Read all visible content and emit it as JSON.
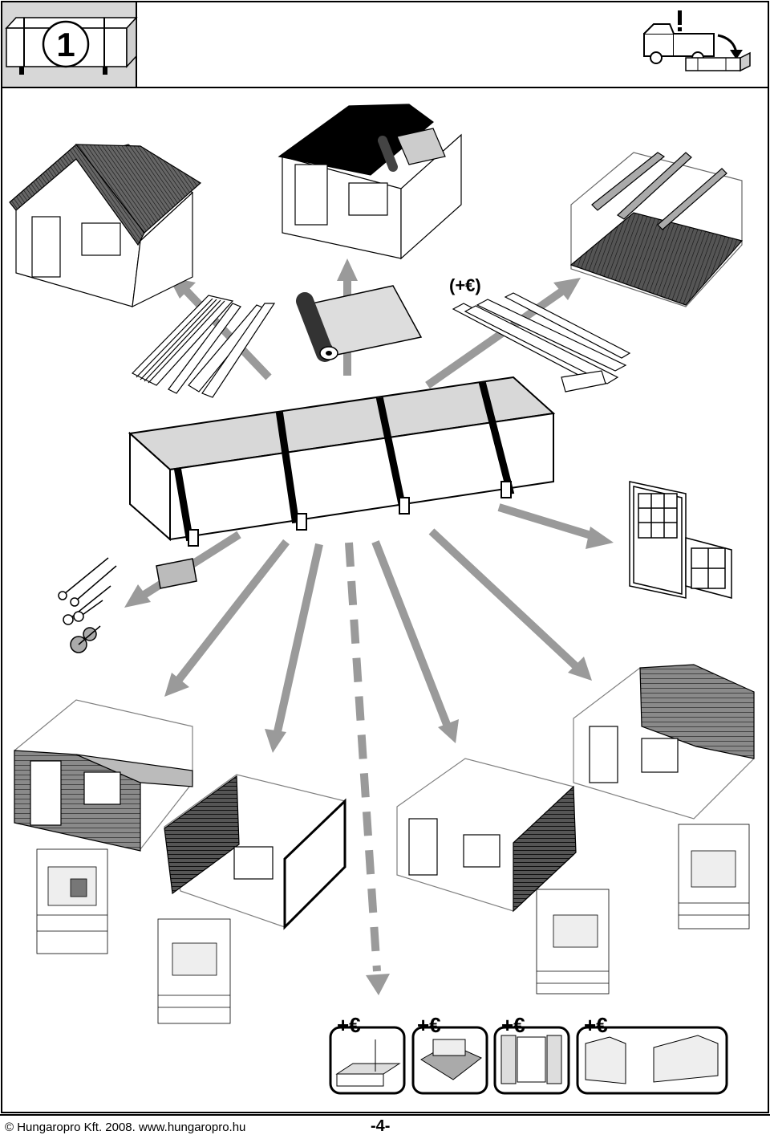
{
  "header": {
    "step_number": "1"
  },
  "price_markers": {
    "roof_beams": "(+€)",
    "extras_1": "+€",
    "extras_2": "+€",
    "extras_3": "+€",
    "extras_4": "+€"
  },
  "icons": {
    "step": "package-step-icon",
    "transport": "truck-delivery-icon",
    "package": "wood-package-icon",
    "hardware": "nails-screws-icon",
    "door_window": "door-window-icon"
  },
  "colors": {
    "arrow": "#9a9a9a",
    "roof_dark": "#222222",
    "wall_grey": "#8a8a8a",
    "panel_grey": "#d9d9d9",
    "frame": "#000000"
  },
  "footer": {
    "copyright": "© Hungaropro Kft. 2008. www.hungaropro.hu",
    "page": "-4-"
  }
}
